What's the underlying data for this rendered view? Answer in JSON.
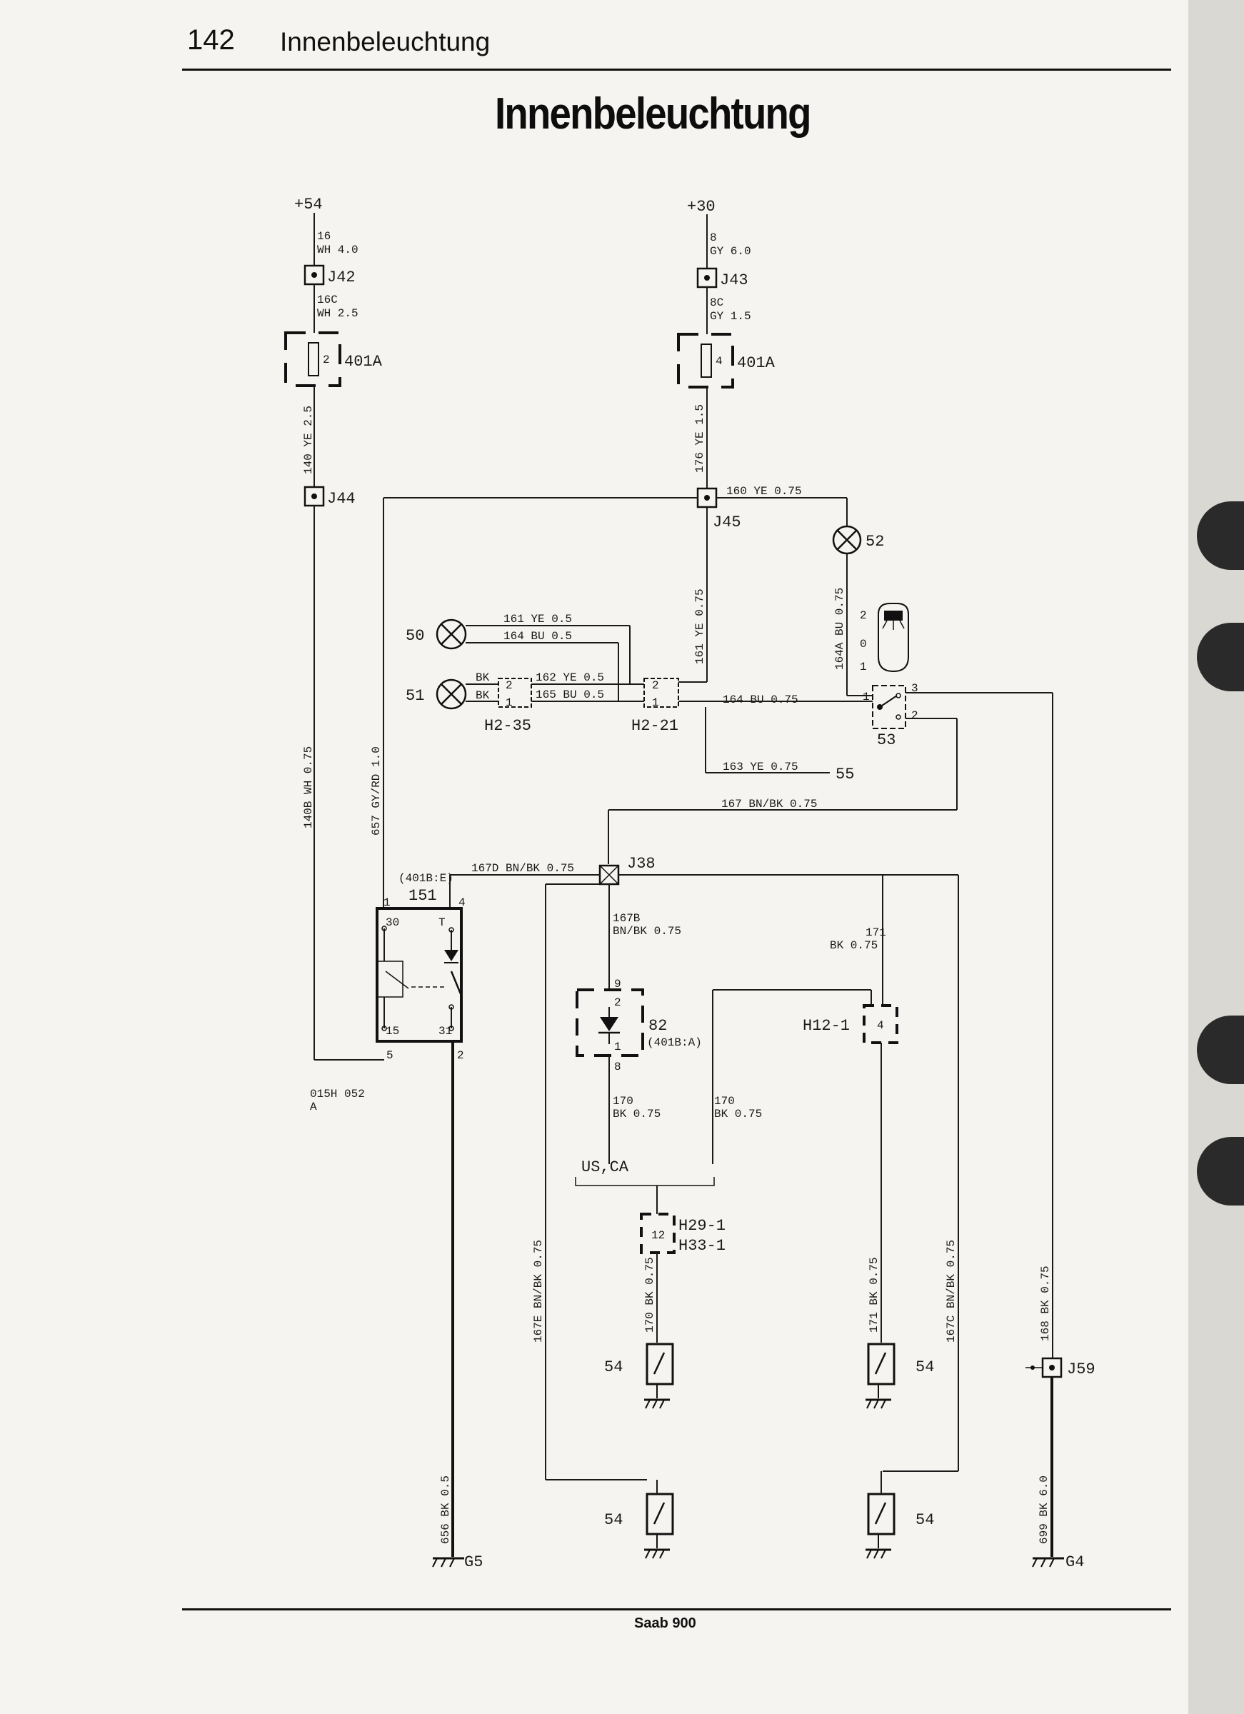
{
  "header": {
    "page_number": "142",
    "section_title": "Innenbeleuchtung"
  },
  "main_title": "Innenbeleuchtung",
  "footer": {
    "model": "Saab 900"
  },
  "diagram": {
    "supplies": {
      "plus54": "+54",
      "plus30": "+30"
    },
    "connectors": {
      "j42": "J42",
      "j43": "J43",
      "j44": "J44",
      "j45": "J45",
      "j38": "J38",
      "j59": "J59"
    },
    "fuses": {
      "left": {
        "id": "401A",
        "num": "2"
      },
      "right": {
        "id": "401A",
        "num": "4"
      }
    },
    "wires": {
      "w16": "16",
      "w16_spec": "WH 4.0",
      "w16c": "16C",
      "w16c_spec": "WH 2.5",
      "w8": "8",
      "w8_spec": "GY 6.0",
      "w8c": "8C",
      "w8c_spec": "GY 1.5",
      "w140": "140 YE 2.5",
      "w176": "176 YE 1.5",
      "w160": "160 YE 0.75",
      "w161a": "161 YE 0.75",
      "w161": "161 YE 0.5",
      "w164": "164 BU 0.5",
      "w162": "162 YE 0.5",
      "w165": "165 BU 0.5",
      "w164b": "164 BU 0.75",
      "w164a": "164A BU 0.75",
      "w163": "163 YE 0.75",
      "w167": "167 BN/BK 0.75",
      "w167d": "167D BN/BK 0.75",
      "w140b": "140B WH 0.75",
      "w657": "657 GY/RD 1.0",
      "w167b": "167B",
      "w167b_spec": "BN/BK 0.75",
      "w171": "171",
      "w171_spec": "BK 0.75",
      "w170l": "170",
      "w170l_spec": "BK 0.75",
      "w170r": "170",
      "w170r_spec": "BK 0.75",
      "w170v": "170 BK 0.75",
      "w171v": "171 BK 0.75",
      "w167e": "167E BN/BK 0.75",
      "w167c": "167C BN/BK 0.75",
      "w168": "168 BK 0.75",
      "w656": "656 BK 0.5",
      "w699": "699 BK 6.0"
    },
    "components": {
      "lamp50": "50",
      "lamp51": "51",
      "lamp52": "52",
      "sw53": "53",
      "ref55": "55",
      "relay151": "151",
      "relay151_ref": "(401B:E)",
      "relay_code": "015H 052",
      "relay_code2": "A",
      "diode82": "82",
      "diode82_ref": "(401B:A)",
      "h2_35": "H2-35",
      "h2_21": "H2-21",
      "h12_1": "H12-1",
      "h29_1": "H29-1",
      "h33_1": "H33-1",
      "usca": "US,CA",
      "door54": "54",
      "g5": "G5",
      "g4": "G4"
    },
    "pins": {
      "p1": "1",
      "p2": "2",
      "p3": "3",
      "p4": "4",
      "p5": "5",
      "p8": "8",
      "p9": "9",
      "p12": "12",
      "p15": "15",
      "p30": "30",
      "p31": "31",
      "p0": "0",
      "pT": "T",
      "bk": "BK"
    }
  }
}
